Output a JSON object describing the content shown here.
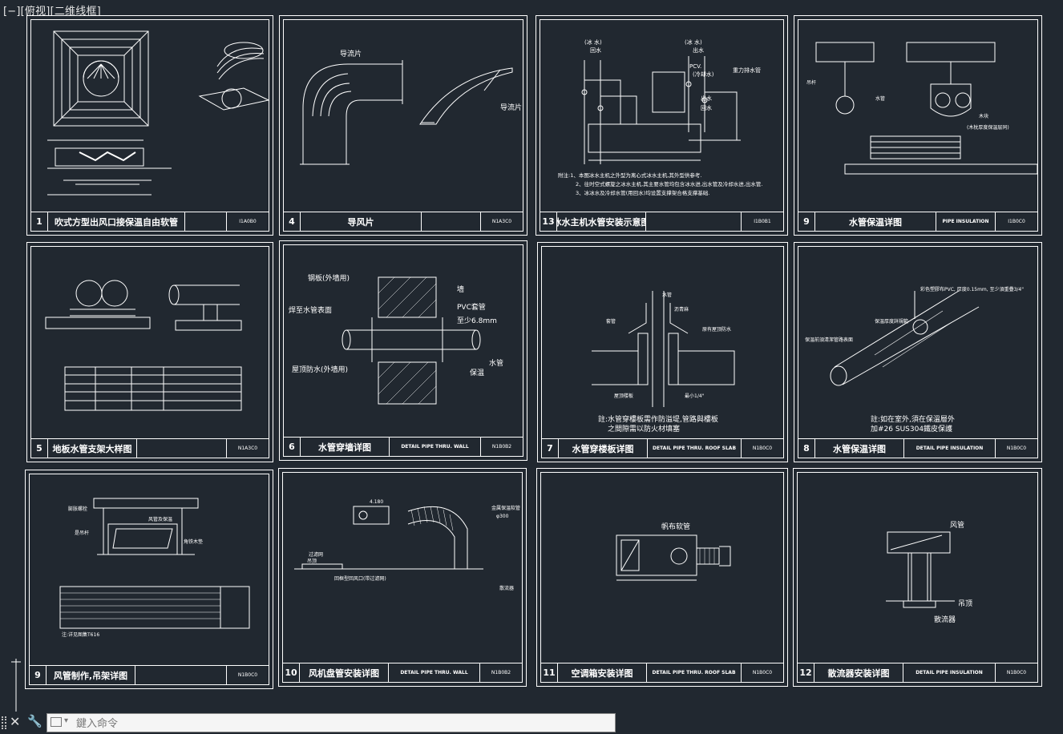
{
  "viewport": {
    "label": "[−][俯视][二维线框]"
  },
  "sheets": [
    {
      "num": "1",
      "title": "吹式方型出风口接保温自由软管",
      "sub": "",
      "code": "I1A0B0"
    },
    {
      "num": "4",
      "title": "导风片",
      "sub": "",
      "code": "N1A3C0"
    },
    {
      "num": "13",
      "title": "冰水主机水管安装示意图",
      "sub": "",
      "code": "I1B0B1"
    },
    {
      "num": "9",
      "title": "水管保温详图",
      "sub": "PIPE INSULATION",
      "code": "I1B0C0"
    },
    {
      "num": "5",
      "title": "地板水管支架大样图",
      "sub": "",
      "code": "N1A3C0"
    },
    {
      "num": "6",
      "title": "水管穿墙详图",
      "sub": "DETAIL PIPE THRU. WALL",
      "code": "N1B0B2"
    },
    {
      "num": "7",
      "title": "水管穿楼板详图",
      "sub": "DETAIL PIPE THRU. ROOF SLAB",
      "code": "N1B0C0"
    },
    {
      "num": "8",
      "title": "水管保温详图",
      "sub": "DETAIL PIPE INSULATION",
      "code": "N1B0C0"
    },
    {
      "num": "9",
      "title": "风管制作,吊架详图",
      "sub": "",
      "code": "N1B0C0"
    },
    {
      "num": "10",
      "title": "风机盘管安装详图",
      "sub": "DETAIL PIPE THRU. WALL",
      "code": "N1B0B2"
    },
    {
      "num": "11",
      "title": "空调箱安装详图",
      "sub": "DETAIL PIPE THRU. ROOF SLAB",
      "code": "N1B0C0"
    },
    {
      "num": "12",
      "title": "散流器安装详图",
      "sub": "DETAIL PIPE INSULATION",
      "code": "N1B0C0"
    }
  ],
  "labels": {
    "s2_a": "导流片",
    "s2_b": "导流片",
    "s3_a": "(冰 水)",
    "s3_b": "回水",
    "s3_c": "(冰 水)",
    "s3_d": "出水",
    "s3_e": "(冷却水)",
    "s3_f": "PCV.",
    "s3_g": "出水",
    "s3_h": "回水",
    "s3_i": "重力排水管",
    "s3_note1": "附注:1、本图冰水主机之外型为离心式冰水主机,其外型供参考.",
    "s3_note2": "2、往时空式螺旋之冰水主机,其主要水管均包含冰水进,出水管及冷却水进,出水管.",
    "s3_note3": "3、冰冰水及冷却水管(用回水)均设置支撑架合格支撑基础.",
    "s4_a": "吊杆",
    "s4_b": "水管",
    "s4_c": "木块",
    "s4_d": "(木枕厚度保温层同)",
    "s6_a": "钢板(外墙用)",
    "s6_b": "焊至水管表面",
    "s6_c": "屋顶防水(外墙用)",
    "s6_d": "墙",
    "s6_e": "PVC套管",
    "s6_f": "至少6.8mm",
    "s6_g": "水管",
    "s6_h": "保温",
    "s7_a": "水管",
    "s7_b": "套管",
    "s7_c": "沥青麻",
    "s7_d": "原有屋顶防水",
    "s7_e": "屋顶楼板",
    "s7_f": "最小1/4\"",
    "s7_note1": "註:水管穿樓板需作防溢堤,管路與樓板",
    "s7_note2": "之間隙需以防火材填塞",
    "s8_a": "彩色塑膠布PVC, 厚度0.15mm, 至少須重疊3/4\"",
    "s8_b": "保温厚度詳規範",
    "s8_c": "保温前須清潔管路表面",
    "s8_note1": "註:如在室外,須在保溫層外",
    "s8_note2": "加#26 SUS304鐵皮保護",
    "s9_a": "膨胀螺栓",
    "s9_b": "是吊杆",
    "s9_c": "风管及保温",
    "s9_d": "角铁木垫",
    "s9_e": "注:详见图集T616",
    "s10_a": "4.180",
    "s10_b": "金属保温软管",
    "s10_c": "φ300",
    "s10_d": "过滤网",
    "s10_e": "吊顶",
    "s10_f": "散流器",
    "s10_g": "回框型回风口(带过滤网)",
    "s11_a": "帆布软管",
    "s12_a": "风管",
    "s12_b": "吊顶",
    "s12_c": "散流器"
  },
  "command": {
    "placeholder": "鍵入命令"
  }
}
